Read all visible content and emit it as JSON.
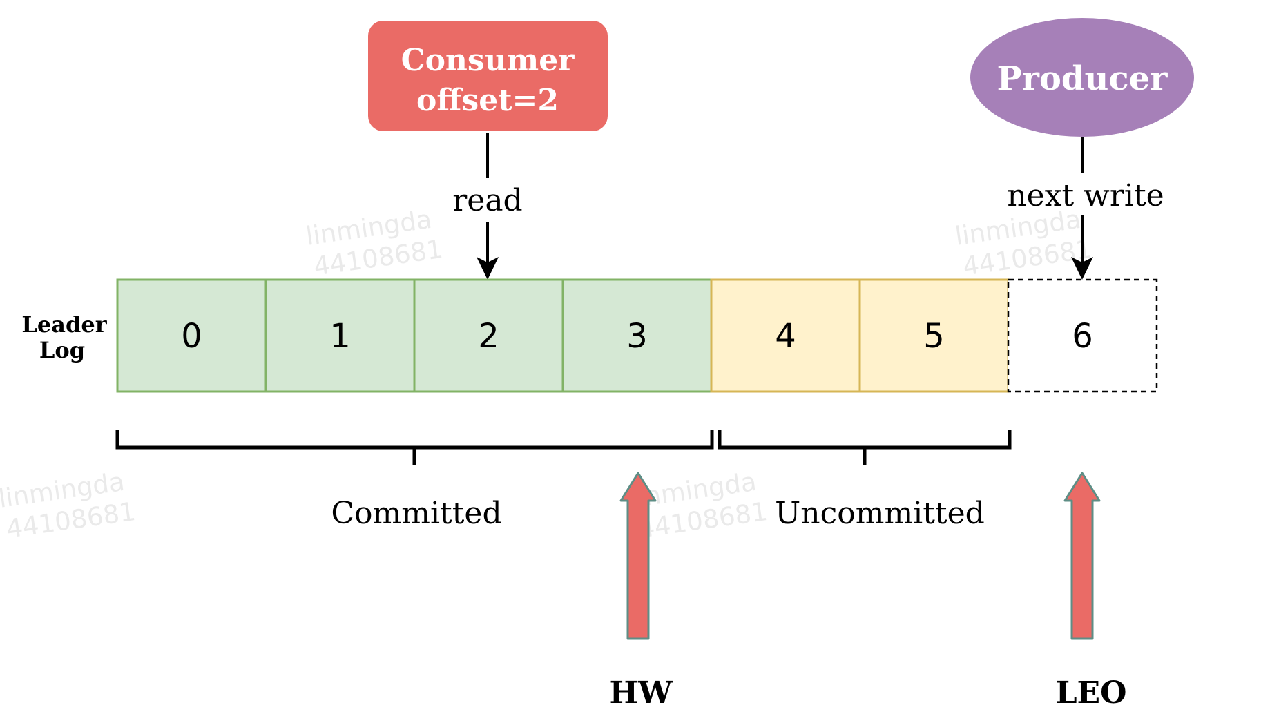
{
  "consumer": {
    "line1": "Consumer",
    "line2": "offset=2",
    "fill": "#EA6B66"
  },
  "producer": {
    "label": "Producer",
    "fill": "#A680B8"
  },
  "read_label": "read",
  "next_write_label": "next write",
  "log_label": {
    "line1": "Leader",
    "line2": "Log"
  },
  "cells": [
    {
      "value": "0",
      "state": "committed"
    },
    {
      "value": "1",
      "state": "committed"
    },
    {
      "value": "2",
      "state": "committed"
    },
    {
      "value": "3",
      "state": "committed"
    },
    {
      "value": "4",
      "state": "uncommitted"
    },
    {
      "value": "5",
      "state": "uncommitted"
    },
    {
      "value": "6",
      "state": "next"
    }
  ],
  "colors": {
    "committed_fill": "#D5E8D4",
    "committed_stroke": "#82B366",
    "uncommitted_fill": "#FFF2CC",
    "uncommitted_stroke": "#D6B656",
    "marker_arrow": "#EA6B66"
  },
  "committed_label": "Committed",
  "uncommitted_label": "Uncommitted",
  "hw_label": "HW",
  "leo_label": "LEO",
  "watermark": {
    "name": "linmingda",
    "id": "44108681"
  }
}
